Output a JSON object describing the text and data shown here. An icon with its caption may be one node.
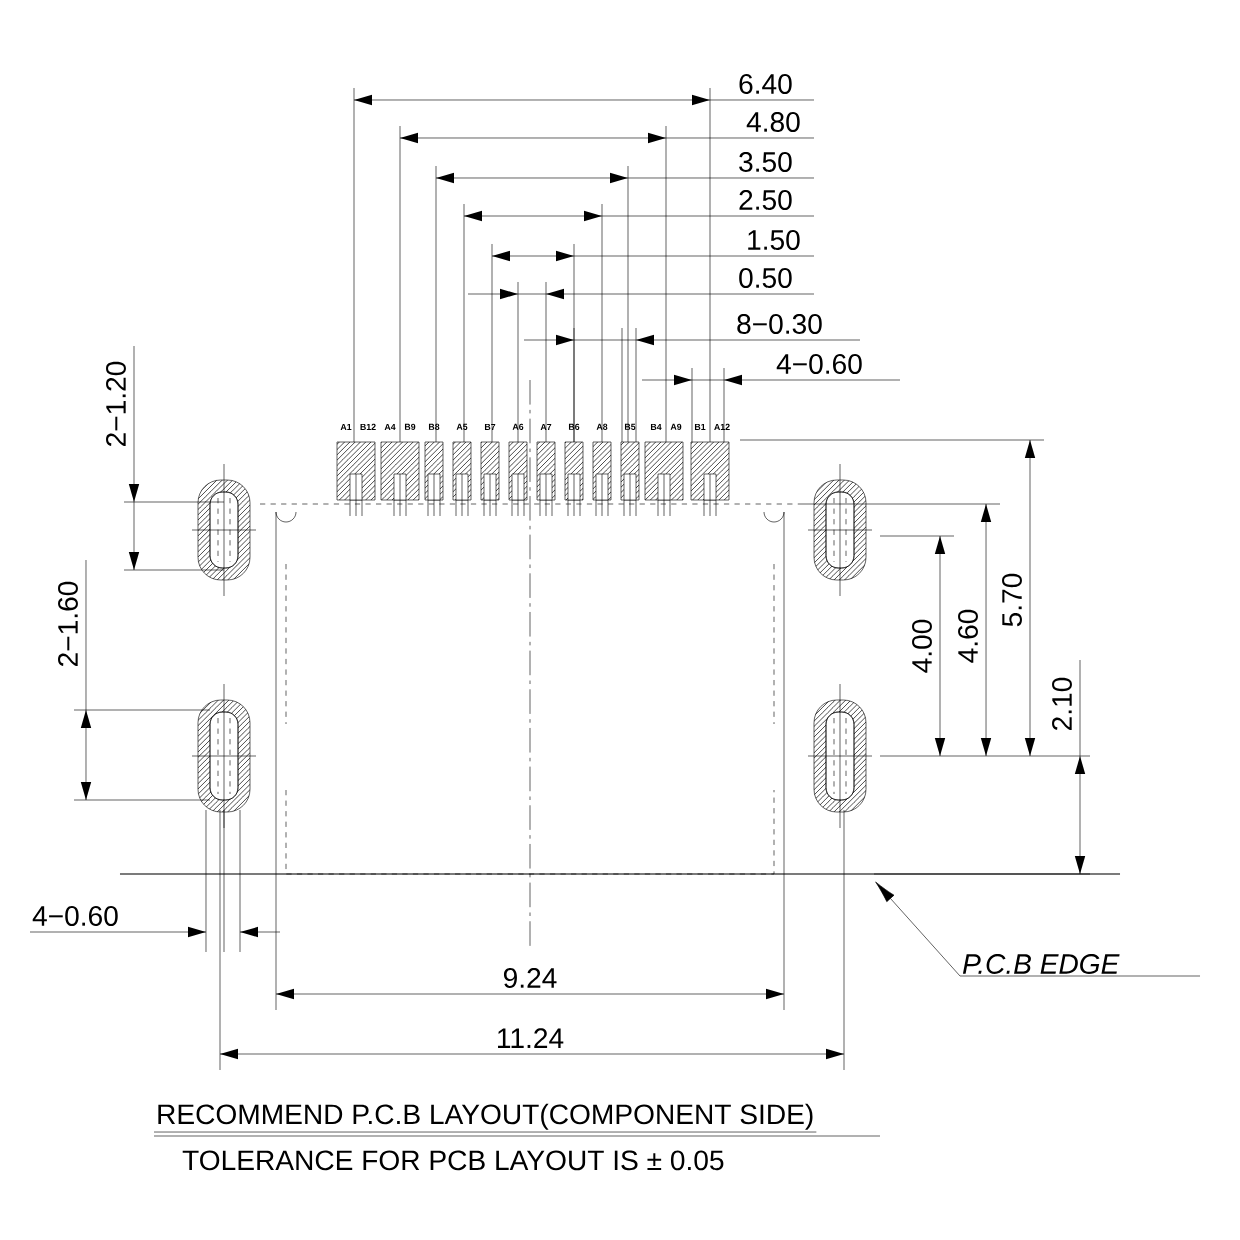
{
  "diagram": {
    "nodes": [
      {
        "text": [
          "P.C.B EDGE"
        ]
      },
      {
        "text": [],
        "shape": "bar"
      }
    ],
    "edges": [
      {
        "from": 0,
        "to": 1,
        "arrow": "to"
      }
    ],
    "labels": [
      "6.40",
      "4.80",
      "3.50",
      "2.50",
      "1.50",
      "0.50",
      "8−0.30",
      "4−0.60",
      "2−1.20",
      "A1",
      "B12",
      "A4",
      "B9",
      "B8",
      "A5",
      "B7",
      "A6",
      "A7",
      "B6",
      "A8",
      "B5",
      "B4",
      "A9",
      "B1",
      "A12",
      "4.00",
      "4.60",
      "5.70",
      "2−1.60",
      "2.10",
      "4−0.60",
      "9.24",
      "11.24",
      "RECOMMEND P.C.B LAYOUT(COMPONENT SIDE)",
      "TOLERANCE FOR PCB LAYOUT IS ± 0.05"
    ]
  }
}
